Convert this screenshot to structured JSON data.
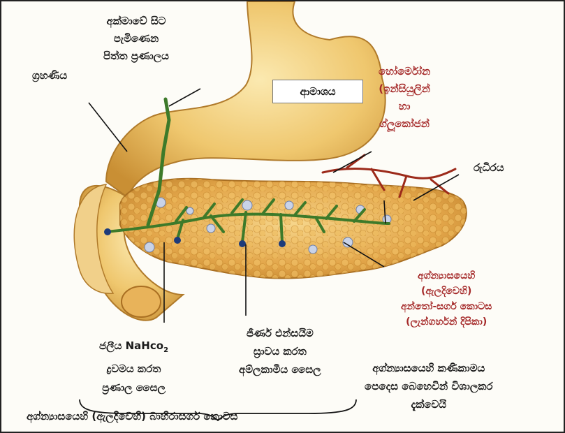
{
  "labels": {
    "bile_duct": [
      "අක්මාවේ සිට",
      "පැමිණෙන",
      "පිත්ත ප්‍රණාලය"
    ],
    "duodenum": "ග්‍රහණිය",
    "stomach": "ආමාශය",
    "hormones": [
      "හෝර්මෝන",
      "(ඉන්සියුලින්",
      "හා",
      "ග්ලූකෝජන්"
    ],
    "blood": "රුධිරය",
    "endocrine": [
      "අග්න්‍යාසයෙහි",
      "(ඇලදිවෙහි)",
      "අන්තෝ-සර්ග කොටස",
      "(ලැන්ගර්හන් දිපිකා)"
    ],
    "nahco3_cells": {
      "line1_text": "ජලීය",
      "line1_formula": "NaHco",
      "line1_sub": "2",
      "line2": "ද්‍රවමය කරත",
      "line3": "ප්‍රණාල සෛල"
    },
    "enzyme_cells": [
      "ජීර්ණ එන්සයිම",
      "ස්‍රාවය කරත",
      "අම්ලකාමීය සෛල"
    ],
    "acinar_note": [
      "අග්න්‍යාසයෙහි කණිකාමය",
      "පෙදෙස බෙහෙවින් විශාලකර",
      "දැක්වෙයි"
    ],
    "exocrine": "අග්න්‍යාසයෙහි (ඇලදිවෙහි) බාහිරාසර්ග කොටස"
  },
  "colors": {
    "stomach": "#ecc56a",
    "pancreas": "#e3a64a",
    "duct": "#3d7a2a",
    "vessel": "#9c2a1a",
    "label_red": "#a52a2a"
  }
}
